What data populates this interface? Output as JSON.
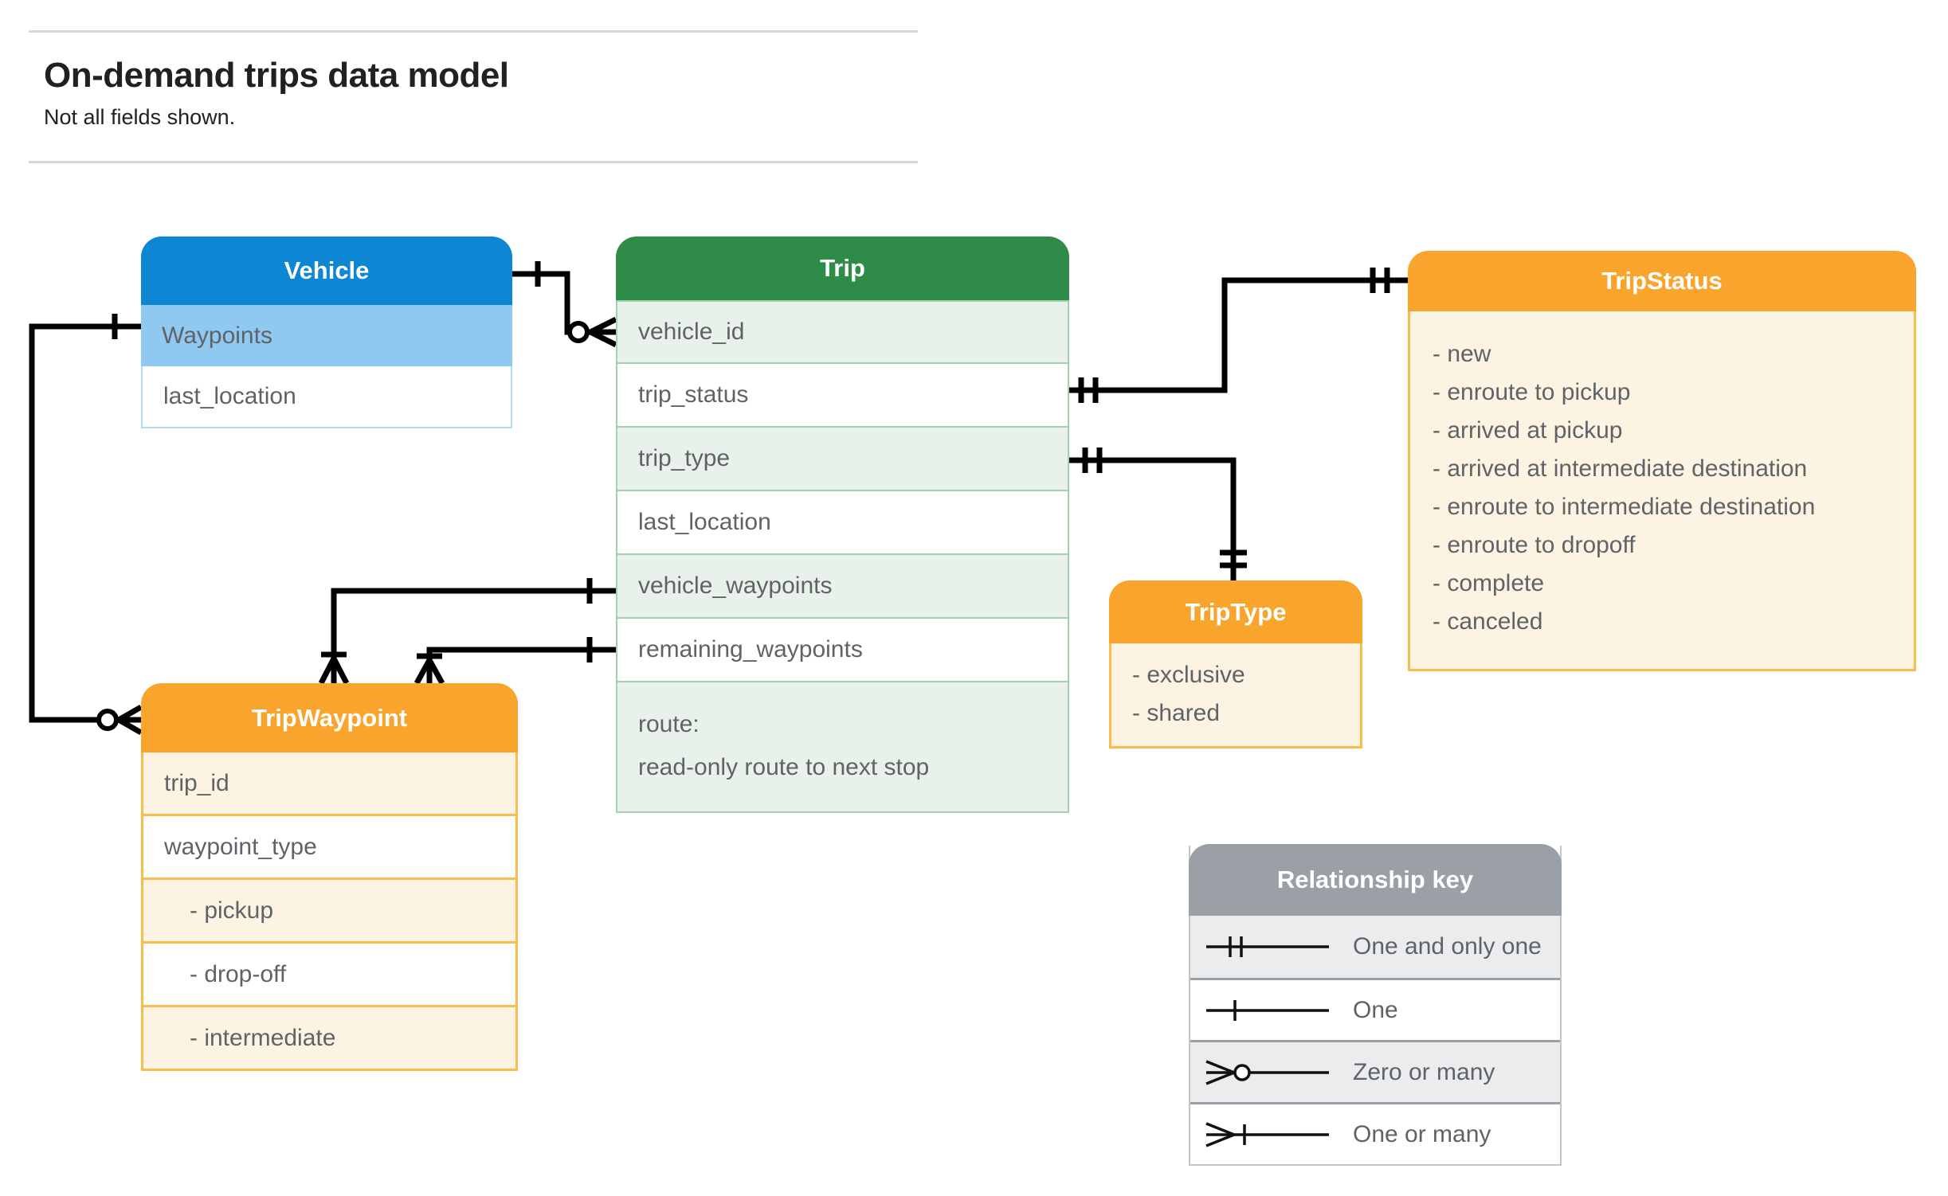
{
  "header": {
    "title": "On-demand trips data model",
    "subtitle": "Not all fields shown."
  },
  "entities": {
    "vehicle": {
      "title": "Vehicle",
      "fields": [
        "Waypoints",
        "last_location"
      ]
    },
    "trip": {
      "title": "Trip",
      "fields": [
        "vehicle_id",
        "trip_status",
        "trip_type",
        "last_location",
        "vehicle_waypoints",
        "remaining_waypoints"
      ],
      "route": {
        "line1": "route:",
        "line2": "read-only route to next stop"
      }
    },
    "trip_status": {
      "title": "TripStatus",
      "values": [
        "- new",
        "- enroute to pickup",
        "- arrived at pickup",
        "- arrived at intermediate destination",
        "- enroute to intermediate destination",
        "- enroute to dropoff",
        "- complete",
        "- canceled"
      ]
    },
    "trip_waypoint": {
      "title": "TripWaypoint",
      "fields": [
        "trip_id",
        "waypoint_type"
      ],
      "values": [
        "- pickup",
        "- drop-off",
        "- intermediate"
      ]
    },
    "trip_type": {
      "title": "TripType",
      "values": [
        "- exclusive",
        "- shared"
      ]
    }
  },
  "legend": {
    "title": "Relationship key",
    "items": [
      {
        "symbol": "one-and-only-one",
        "label": "One and only one"
      },
      {
        "symbol": "one",
        "label": "One"
      },
      {
        "symbol": "zero-or-many",
        "label": "Zero or many"
      },
      {
        "symbol": "one-or-many",
        "label": "One or many"
      }
    ]
  },
  "relationships": [
    {
      "from": "Vehicle",
      "to": "Trip.vehicle_id",
      "from_cardinality": "one",
      "to_cardinality": "zero-or-many"
    },
    {
      "from": "Vehicle.Waypoints",
      "to": "TripWaypoint",
      "from_cardinality": "one",
      "to_cardinality": "zero-or-many"
    },
    {
      "from": "Trip.trip_status",
      "to": "TripStatus",
      "from_cardinality": "one-and-only-one",
      "to_cardinality": "one-and-only-one"
    },
    {
      "from": "Trip.trip_type",
      "to": "TripType",
      "from_cardinality": "one-and-only-one",
      "to_cardinality": "one-and-only-one"
    },
    {
      "from": "Trip.vehicle_waypoints",
      "to": "TripWaypoint",
      "from_cardinality": "one",
      "to_cardinality": "one-or-many"
    },
    {
      "from": "Trip.remaining_waypoints",
      "to": "TripWaypoint",
      "from_cardinality": "one",
      "to_cardinality": "one-or-many"
    }
  ],
  "colors": {
    "vehicle_header": "#0d86d4",
    "vehicle_highlight_row": "#8fc8f0",
    "trip_header": "#2e8b48",
    "trip_tint_row": "#e8f2ea",
    "orange_header": "#f9a42d",
    "orange_tint_row": "#fdf3e3",
    "orange_border": "#f8bd4a",
    "legend_header": "#9aa0a6",
    "legend_tint_row": "#ebeced",
    "field_text": "#5f6368",
    "connector": "#000000"
  }
}
